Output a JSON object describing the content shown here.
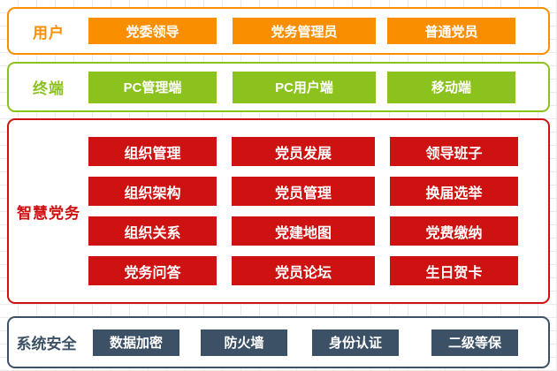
{
  "canvas": {
    "background": "#ffffff",
    "grid_color": "#eaeaea"
  },
  "bands": {
    "users": {
      "label": "用户",
      "color": "#F98E00",
      "buttons": [
        "党委领导",
        "党务管理员",
        "普通党员"
      ]
    },
    "terminals": {
      "label": "终端",
      "color": "#8CC21E",
      "buttons": [
        "PC管理端",
        "PC用户端",
        "移动端"
      ]
    },
    "smart_party": {
      "label": "智慧党务",
      "color": "#CE1211",
      "rows": [
        [
          "组织管理",
          "党员发展",
          "领导班子"
        ],
        [
          "组织架构",
          "党员管理",
          "换届选举"
        ],
        [
          "组织关系",
          "党建地图",
          "党费缴纳"
        ],
        [
          "党务问答",
          "党员论坛",
          "生日贺卡"
        ]
      ]
    },
    "security": {
      "label": "系统安全",
      "color": "#3C5165",
      "buttons": [
        "数据加密",
        "防火墙",
        "身份认证",
        "二级等保"
      ]
    }
  }
}
